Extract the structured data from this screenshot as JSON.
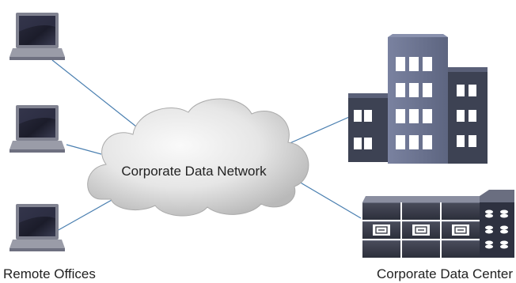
{
  "cloud": {
    "label": "Corporate Data Network"
  },
  "remote": {
    "label": "Remote Offices",
    "count": 3,
    "icon": "laptop-icon"
  },
  "datacenter": {
    "label": "Corporate Data Center",
    "building_icon": "office-building-icon",
    "rack_icon": "server-rack-icon"
  },
  "colors": {
    "link": "#4a7fb0",
    "cloud_light": "#f4f4f4",
    "cloud_dark": "#b9b9b9",
    "laptop_body": "#808290",
    "laptop_screen": "#1f2030",
    "building_mid": "#6b7390",
    "building_dark": "#3d4253",
    "rack": "#3a3d4b"
  }
}
